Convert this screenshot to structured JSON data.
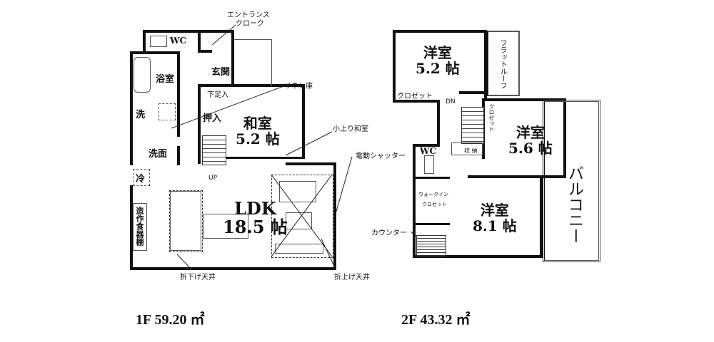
{
  "floor1": {
    "area_label": "1F 59.20 ㎡",
    "rooms": {
      "wc": "WC",
      "bath": "浴室",
      "genkan": "玄関",
      "geta": "下足入",
      "oshiire": "押入",
      "wash": "洗",
      "senmen": "洗面",
      "rei": "冷",
      "cupboard": "造作食器棚",
      "washitsu_name": "和室",
      "washitsu_size": "5.2 帖",
      "ldk_name": "LDK",
      "ldk_size": "18.5 帖",
      "up": "UP"
    },
    "notes": {
      "entrance_cloak_1": "エントランス",
      "entrance_cloak_2": "クローク",
      "linen": "リネン庫",
      "koagari": "小上り和室",
      "shutter": "電動シャッター",
      "ceiling_down": "折下げ天井",
      "ceiling_up": "折上げ天井"
    }
  },
  "floor2": {
    "area_label": "2F 43.32 ㎡",
    "rooms": {
      "r1_name": "洋室",
      "r1_size": "5.2 帖",
      "r1_closet": "クロゼット",
      "flat_roof": "フラットルーフ",
      "dn": "DN",
      "r2_closet": "クロゼット",
      "storage": "収 納",
      "r2_name": "洋室",
      "r2_size": "5.6 帖",
      "wc": "WC",
      "wic_1": "ウォークイン",
      "wic_2": "クロゼット",
      "r3_name": "洋室",
      "r3_size": "8.1 帖",
      "balcony": "バルコニー",
      "counter": "カウンター"
    }
  }
}
